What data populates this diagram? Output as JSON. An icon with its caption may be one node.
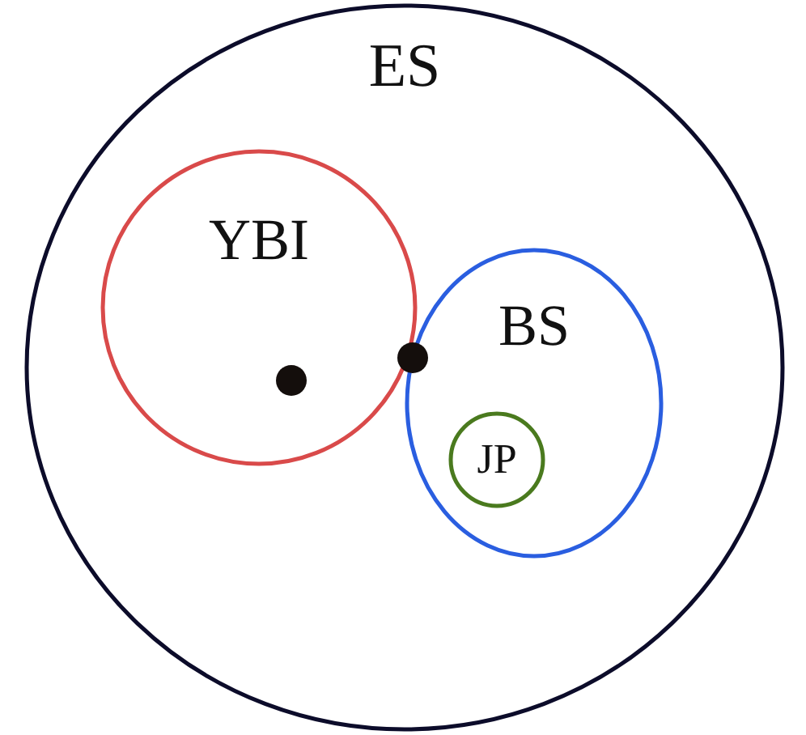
{
  "diagram": {
    "nodes": [
      {
        "text": [
          "ES"
        ]
      },
      {
        "text": [
          "YBI"
        ],
        "in": 0
      },
      {
        "text": [
          "BS"
        ],
        "in": 0
      },
      {
        "text": [
          "JP"
        ],
        "in": 2
      }
    ]
  }
}
